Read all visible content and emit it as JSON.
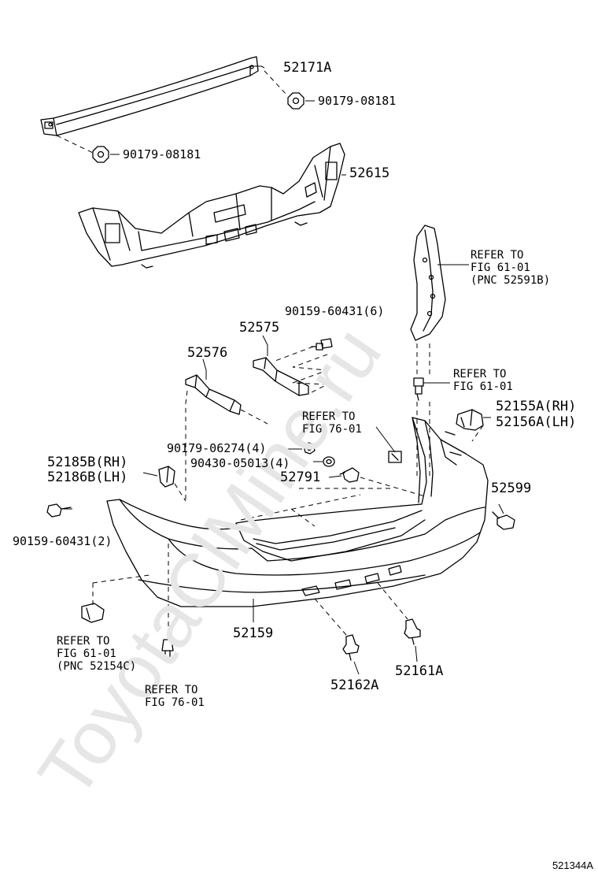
{
  "parts": {
    "p52171A": "52171A",
    "p90179_08181_a": "90179-08181",
    "p90179_08181_b": "90179-08181",
    "p52615": "52615",
    "p52575": "52575",
    "p52576": "52576",
    "p90159_60431_6": "90159-60431(6)",
    "p52155A": "52155A(RH)",
    "p52156A": "52156A(LH)",
    "p90179_06274": "90179-06274(4)",
    "p90430_05013": "90430-05013(4)",
    "p52791": "52791",
    "p52185B": "52185B(RH)",
    "p52186B": "52186B(LH)",
    "p90159_60431_2": "90159-60431(2)",
    "p52599": "52599",
    "p52159": "52159",
    "p52162A": "52162A",
    "p52161A": "52161A"
  },
  "notes": {
    "refer_fig61_pnc52591b": "REFER TO\nFIG 61-01\n(PNC 52591B)",
    "refer_fig61_a": "REFER TO\nFIG 61-01",
    "refer_fig76_a": "REFER TO\nFIG 76-01",
    "refer_fig61_pnc52154c": "REFER TO\nFIG 61-01\n(PNC 52154C)",
    "refer_fig76_b": "REFER TO\nFIG 76-01"
  },
  "watermark": "ToyotaClMine.ru",
  "figure_code": "521344A"
}
